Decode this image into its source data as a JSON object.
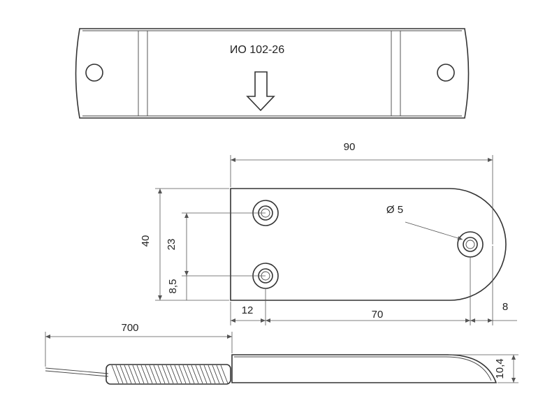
{
  "top_view": {
    "model_label": "ИО 102-26"
  },
  "plan_view": {
    "dimensions": {
      "overall_length": "90",
      "overall_width": "40",
      "hole_spacing": "23",
      "hole_offset_bottom": "8,5",
      "hole_offset_left": "12",
      "hole_to_hole_length": "70",
      "end_offset": "8",
      "hole_diameter": "Ø 5"
    }
  },
  "side_view": {
    "dimensions": {
      "cable_length": "700",
      "height": "10,4"
    }
  }
}
